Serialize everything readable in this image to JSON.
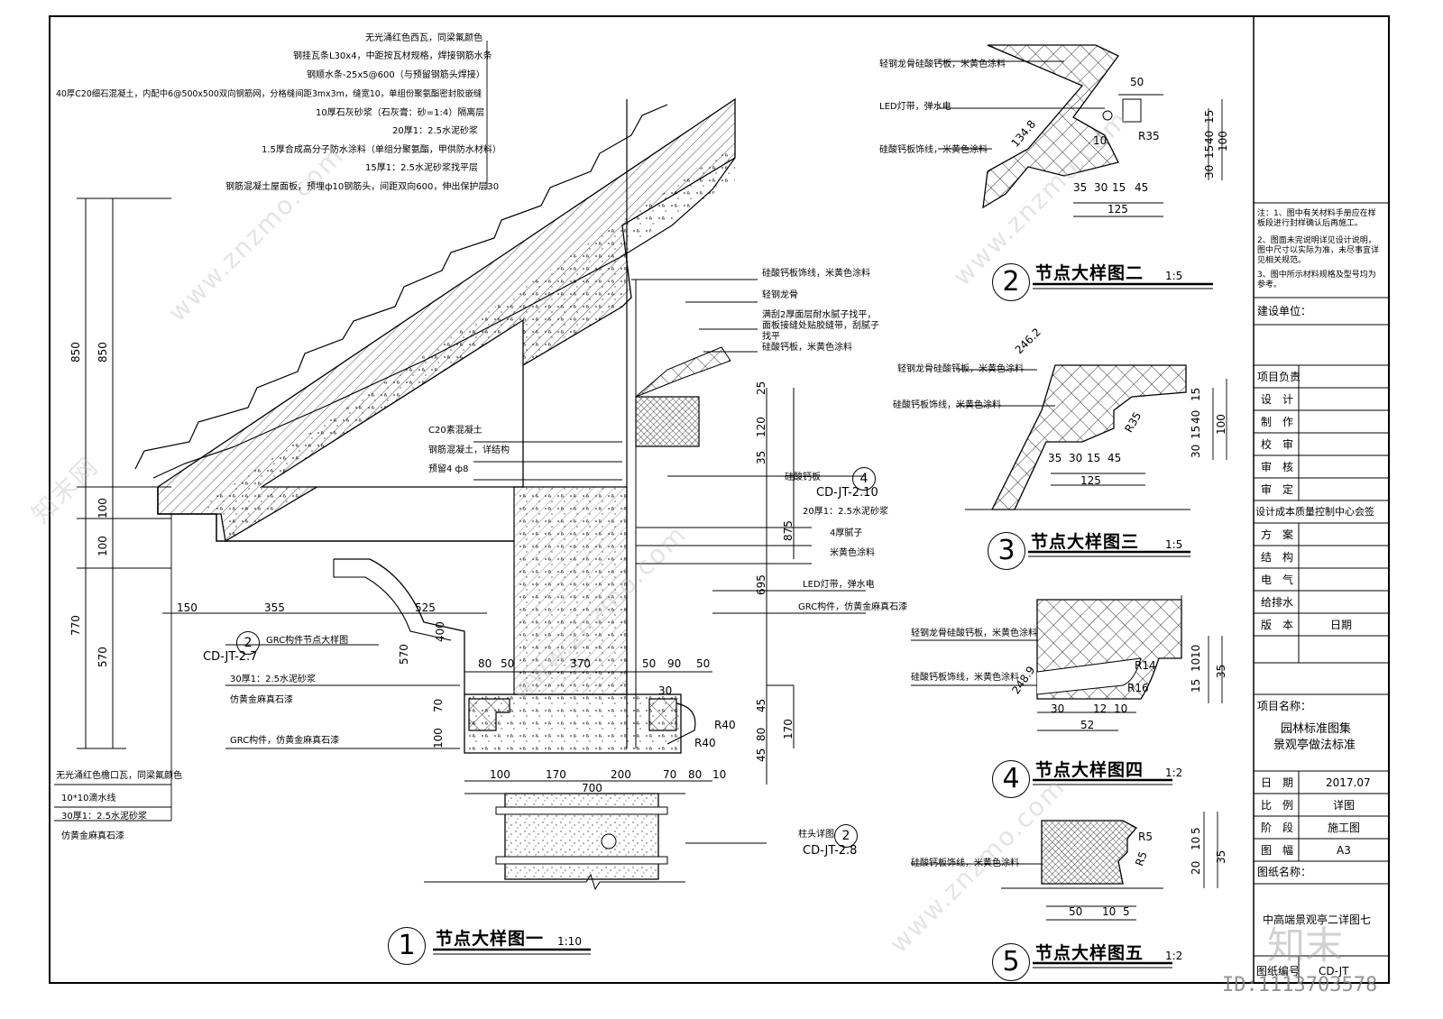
{
  "sheet": {
    "drawing_title": "中高端景观亭二详图七",
    "drawing_no": "CD-JT",
    "watermark_site": "www.znzmo.com",
    "watermark_brand": "知末",
    "watermark_brand_net": "知末网",
    "id_text": "ID:1113703578"
  },
  "detail1": {
    "num": "1",
    "title": "节点大样图一",
    "scale": "1:10",
    "roof_notes": [
      "无光涌红色西瓦，同梁氟颜色",
      "钢挂瓦条L30x4，中距按瓦材规格，焊接钢筋水条",
      "钢顺水条-25x5@600（与预留钢筋头焊接）",
      "40厚C20细石混凝土，内配中6@500x500双向钢筋网，分格缝间距3mx3m，缝宽10，单组份聚氨酯密封胶嵌缝",
      "10厚石灰砂浆（石灰膏：砂=1:4）隔离层",
      "20厚1：2.5水泥砂浆",
      "1.5厚合成高分子防水涂料（单组分聚氨酯，甲供防水材料）",
      "15厚1：2.5水泥砂浆找平层",
      "钢筋混凝土屋面板，预埋ф10钢筋头，间距双向600，伸出保护层30"
    ],
    "inner_labels": [
      "C20素混凝土",
      "钢筋混凝土，详结构",
      "预留4 ф8"
    ],
    "right_labels": [
      "硅酸钙板饰线，米黄色涂料",
      "轻钢龙骨",
      "满刮2厚面层耐水腻子找平，面板接缝处贴胶缝带，刮腻子找平",
      "硅酸钙板，米黄色涂料"
    ],
    "ref_silicate": "硅酸钙板",
    "ref_silicate_tag": "CD-JT-2.10",
    "ref_silicate_num": "4",
    "wall_labels": [
      "20厚1：2.5水泥砂浆",
      "4厚腻子",
      "米黄色涂料"
    ],
    "led_labels": [
      "LED灯带，弹水电",
      "GRC构件，仿黄金麻真石漆"
    ],
    "grc_ref": "GRC构件节点大样图",
    "grc_ref_tag": "CD-JT-2.7",
    "grc_ref_num": "2",
    "left_labels": [
      "30厚1：2.5水泥砂浆",
      "仿黄金麻真石漆",
      "GRC构件，仿黄金麻真石漆"
    ],
    "eave_labels": [
      "无光涌红色檐口瓦，同梁氟颜色",
      "10*10滴水线",
      "30厚1：2.5水泥砂浆",
      "仿黄金麻真石漆"
    ],
    "column_ref": "柱头详图",
    "column_ref_tag": "CD-JT-2.8",
    "column_ref_num": "2",
    "dims_h": [
      "150",
      "355",
      "525",
      "80",
      "50",
      "370",
      "50",
      "90",
      "50",
      "30",
      "100",
      "170",
      "200",
      "70",
      "80",
      "10",
      "700"
    ],
    "dims_v_left": [
      "850",
      "850",
      "100",
      "100",
      "770",
      "570"
    ],
    "dims_v_right": [
      "25",
      "120",
      "35",
      "875",
      "695",
      "45",
      "170",
      "45",
      "80",
      "70",
      "100",
      "400",
      "570"
    ],
    "radii": [
      "R40",
      "R40"
    ]
  },
  "detail2": {
    "num": "2",
    "title": "节点大样图二",
    "scale": "1:5",
    "labels": [
      "轻钢龙骨硅酸钙板，米黄色涂料",
      "LED灯带，弹水电",
      "硅酸钙板饰线，米黄色涂料"
    ],
    "dims": [
      "50",
      "134.8",
      "10",
      "R35",
      "35",
      "30",
      "15",
      "45",
      "125",
      "15",
      "40",
      "15",
      "30",
      "100"
    ]
  },
  "detail3": {
    "num": "3",
    "title": "节点大样图三",
    "scale": "1:5",
    "labels": [
      "轻钢龙骨硅酸钙板，米黄色涂料",
      "硅酸钙板饰线，米黄色涂料"
    ],
    "dims": [
      "246.2",
      "R35",
      "35",
      "30",
      "15",
      "45",
      "125",
      "15",
      "40",
      "15",
      "30",
      "100"
    ]
  },
  "detail4": {
    "num": "4",
    "title": "节点大样图四",
    "scale": "1:2",
    "labels": [
      "轻钢龙骨硅酸钙板，米黄色涂料",
      "硅酸钙板饰线，米黄色涂料"
    ],
    "dims": [
      "248.9",
      "R14",
      "R16",
      "30",
      "12",
      "10",
      "52",
      "10",
      "10",
      "15",
      "35"
    ]
  },
  "detail5": {
    "num": "5",
    "title": "节点大样图五",
    "scale": "1:2",
    "labels": [
      "硅酸钙板饰线，米黄色涂料"
    ],
    "dims": [
      "R5",
      "R5",
      "5",
      "10",
      "20",
      "35",
      "50",
      "10",
      "5"
    ]
  },
  "title_block": {
    "notes": [
      "注：1、图中有关材料手册应在样板段进行封样确认后再施工。",
      "2、图面未完说明详见设计说明，图中尺寸以实际为准，未尽事宜详见相关规范。",
      "3、图中所示材料规格及型号均为参考。"
    ],
    "owner_label": "建设单位：",
    "rows": [
      {
        "label": "项目负责",
        "value": ""
      },
      {
        "label": "设　计",
        "value": ""
      },
      {
        "label": "制　作",
        "value": ""
      },
      {
        "label": "校　审",
        "value": ""
      },
      {
        "label": "审　核",
        "value": ""
      },
      {
        "label": "审　定",
        "value": ""
      },
      {
        "label": "设计成本质量控制中心会签",
        "value": ""
      },
      {
        "label": "方　案",
        "value": ""
      },
      {
        "label": "结　构",
        "value": ""
      },
      {
        "label": "电　气",
        "value": ""
      },
      {
        "label": "给排水",
        "value": ""
      },
      {
        "label": "版　本",
        "value": "日期"
      }
    ],
    "project_label": "项目名称：",
    "project_name_1": "园林标准图集",
    "project_name_2": "景观亭做法标准",
    "info_rows": [
      {
        "label": "日　期",
        "value": "2017.07"
      },
      {
        "label": "比　例",
        "value": "详图"
      },
      {
        "label": "阶　段",
        "value": "施工图"
      },
      {
        "label": "图　幅",
        "value": "A3"
      }
    ],
    "drawing_name_label": "图纸名称：",
    "drawing_no_label": "图纸编号"
  }
}
